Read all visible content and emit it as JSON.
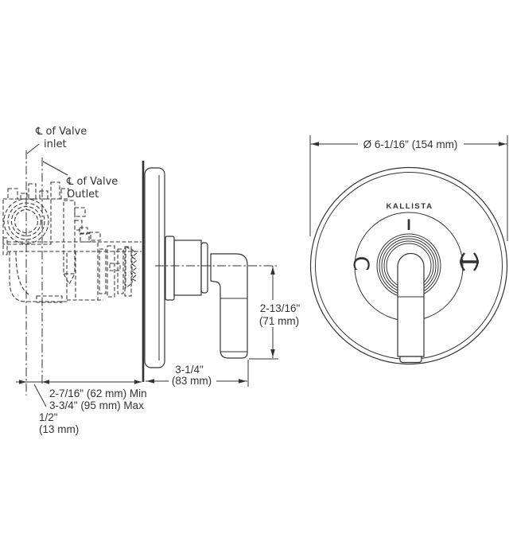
{
  "drawing": {
    "title": "valve-trim-installation-diagram",
    "brand": "KALLISTA",
    "left_view": {
      "label_cl_inlet_line1": "℄ of Valve",
      "label_cl_inlet_line2": "inlet",
      "label_cl_outlet_line1": "℄ of Valve",
      "label_cl_outlet_line2": "Outlet",
      "dim_depth_min": "2-7/16\" (62 mm) Min",
      "dim_depth_max": "3-3/4\" (95 mm) Max",
      "dim_cl_offset": "1/2\"",
      "dim_cl_offset_mm": "(13 mm)",
      "dim_plate_to_handle": "3-1/4\"",
      "dim_plate_to_handle_mm": "(83 mm)",
      "dim_handle_drop": "2-13/16\"",
      "dim_handle_drop_mm": "(71 mm)"
    },
    "front_view": {
      "dim_diameter": "Ø 6-1/16\" (154 mm)",
      "marking_on": "I",
      "marking_cold": "C",
      "marking_hot": "H"
    },
    "colors": {
      "line": "#333333",
      "background": "#ffffff"
    }
  }
}
